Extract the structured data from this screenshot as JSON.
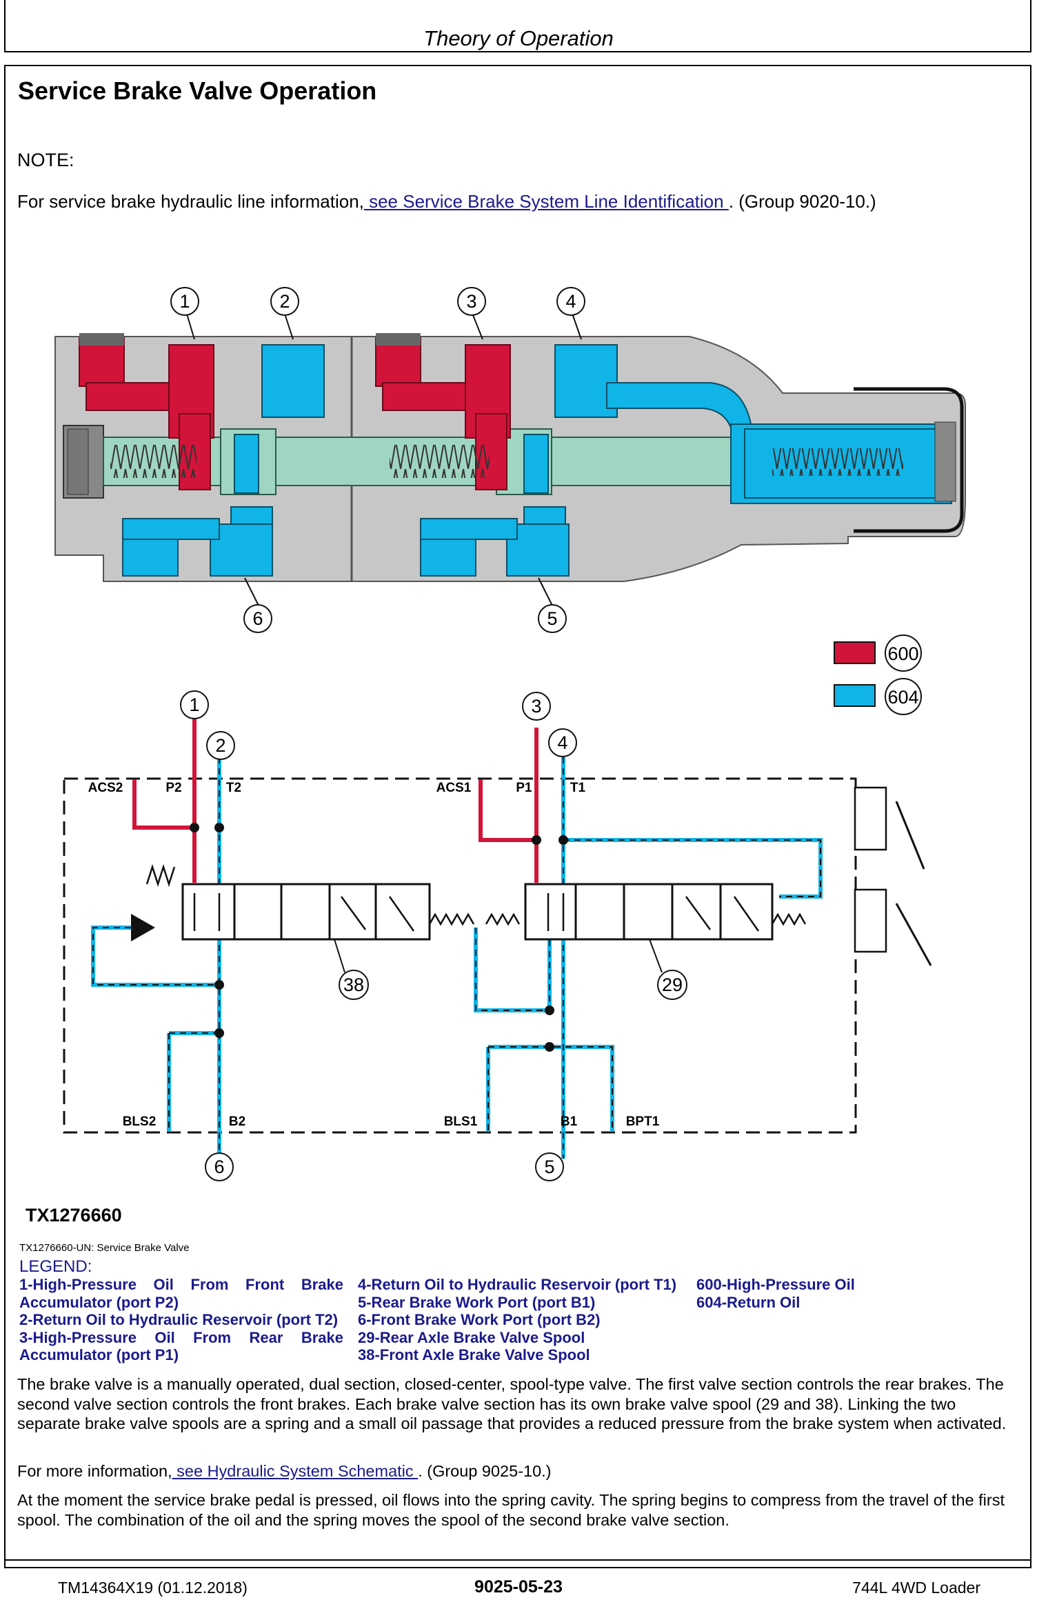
{
  "header": {
    "title": "Theory of Operation"
  },
  "section_title": "Service Brake Valve Operation",
  "note_label": "NOTE:",
  "note": {
    "prefix": "For service brake hydraulic line information,",
    "link": " see Service Brake System Line Identification ",
    "suffix": ". (Group 9020-10.)"
  },
  "diagram": {
    "callouts_top": [
      "1",
      "2",
      "3",
      "4",
      "6",
      "5"
    ],
    "legend_codes": [
      "600",
      "604"
    ],
    "colors": {
      "pressure": "#d2143a",
      "return": "#10b4e6",
      "spool": "#9fd6c1",
      "body": "#c7c7c7"
    },
    "port_labels": [
      "ACS2",
      "P2",
      "T2",
      "ACS1",
      "P1",
      "T1",
      "BLS2",
      "B2",
      "BLS1",
      "B1",
      "BPT1"
    ],
    "schematic_callouts": [
      "1",
      "2",
      "3",
      "4",
      "38",
      "29",
      "6",
      "5"
    ]
  },
  "figure": {
    "id": "TX1276660",
    "caption": "TX1276660-UN: Service Brake Valve"
  },
  "legend": {
    "title": "LEGEND:",
    "col1": [
      [
        "1-High-Pressure",
        "Oil",
        "From",
        "Front",
        "Brake"
      ],
      "Accumulator (port P2)",
      "2-Return Oil to Hydraulic Reservoir (port T2)",
      [
        "3-High-Pressure",
        "Oil",
        "From",
        "Rear",
        "Brake"
      ],
      "Accumulator (port P1)"
    ],
    "col2": [
      "4-Return Oil to Hydraulic Reservoir (port T1)",
      "5-Rear Brake Work Port (port B1)",
      "6-Front Brake Work Port (port B2)",
      "29-Rear Axle Brake Valve Spool",
      "38-Front Axle Brake Valve Spool"
    ],
    "col3": [
      "600-High-Pressure Oil",
      "604-Return Oil"
    ]
  },
  "body": {
    "p1": "The brake valve is a manually operated, dual section, closed-center, spool-type valve. The first valve section controls the rear brakes. The second valve section controls the front brakes. Each brake valve section has its own brake valve spool (29 and 38). Linking the two separate brake valve spools are a spring and a small oil passage that provides a reduced pressure from the brake system when activated.",
    "p2_prefix": "For more information,",
    "p2_link": " see Hydraulic System Schematic ",
    "p2_suffix": ". (Group 9025-10.)",
    "p3": "At the moment the service brake pedal is pressed, oil flows into the spring cavity. The spring begins to compress from the travel of the first spool. The combination of the oil and the spring moves the spool of the second brake valve section."
  },
  "footer": {
    "left": "TM14364X19 (01.12.2018)",
    "center": "9025-05-23",
    "right": "744L 4WD Loader"
  }
}
